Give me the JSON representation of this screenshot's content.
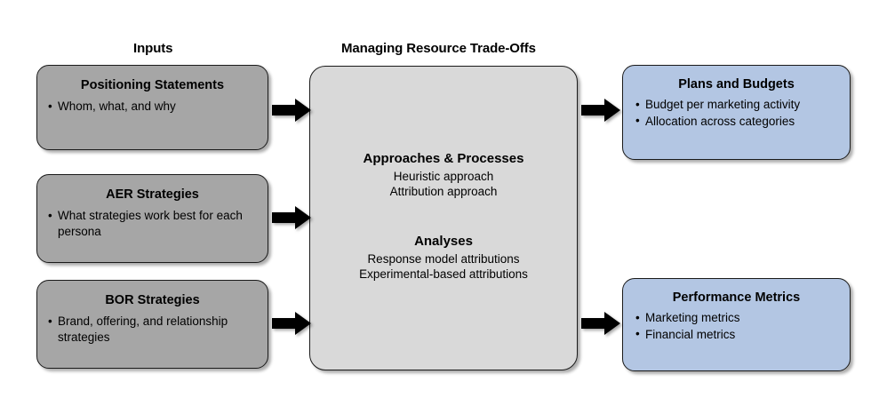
{
  "headings": {
    "inputs": "Inputs",
    "center": "Managing Resource Trade-Offs"
  },
  "colors": {
    "input_box": "#a6a6a6",
    "center_panel": "#d9d9d9",
    "output_box": "#b3c6e3",
    "outline": "#1a1a1a",
    "arrow": "#000000"
  },
  "inputs": [
    {
      "title": "Positioning Statements",
      "bullets": [
        "Whom, what, and why"
      ]
    },
    {
      "title": "AER Strategies",
      "bullets": [
        "What strategies work best for each persona"
      ]
    },
    {
      "title": "BOR Strategies",
      "bullets": [
        "Brand, offering, and relationship strategies"
      ]
    }
  ],
  "center": {
    "groups": [
      {
        "title": "Approaches & Processes",
        "lines": [
          "Heuristic approach",
          "Attribution approach"
        ]
      },
      {
        "title": "Analyses",
        "lines": [
          "Response model attributions",
          "Experimental-based attributions"
        ]
      }
    ]
  },
  "outputs": [
    {
      "title": "Plans and Budgets",
      "bullets": [
        "Budget per marketing activity",
        "Allocation across categories"
      ]
    },
    {
      "title": "Performance Metrics",
      "bullets": [
        "Marketing metrics",
        "Financial metrics"
      ]
    }
  ],
  "arrows": {
    "icon": "arrow-right-icon",
    "count": 5
  }
}
